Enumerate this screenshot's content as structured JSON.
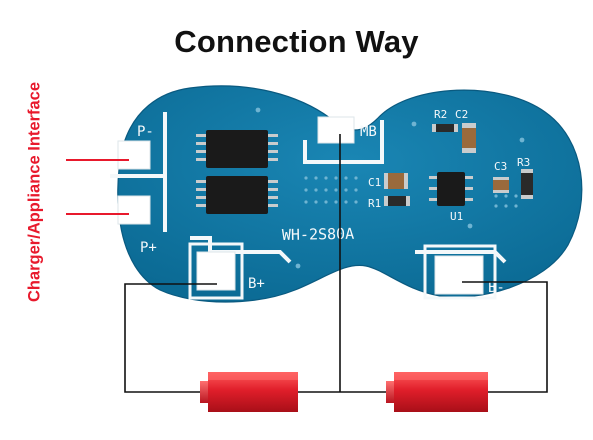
{
  "title": "Connection Way",
  "side_label": "Charger/Appliance Interface",
  "board": {
    "model": "WH-2S80A",
    "pads": {
      "p_minus": "P-",
      "p_plus": "P+",
      "mb": "MB",
      "b_plus": "B+",
      "b_minus": "B-"
    },
    "components": {
      "r2": "R2",
      "c2": "C2",
      "c3": "C3",
      "r3": "R3",
      "c1": "C1",
      "r1": "R1",
      "u1": "U1"
    }
  },
  "colors": {
    "pcb": "#0b6a94",
    "pad": "#ffffff",
    "silkscreen": "#f4f8fa",
    "arrow": "#e8192c",
    "cell": "#e01e2a",
    "wire": "#111111",
    "chip": "#1a1a1a"
  }
}
